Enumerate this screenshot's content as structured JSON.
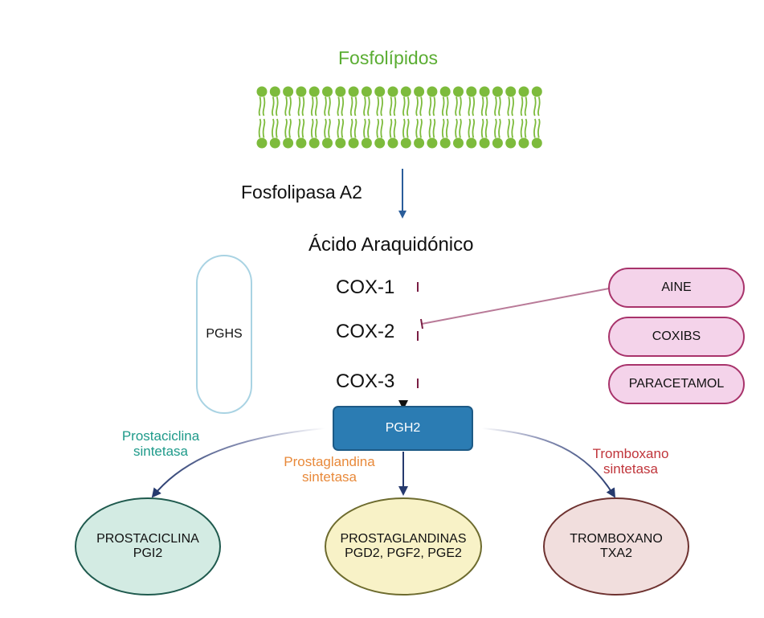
{
  "title": "Fosfolípidos",
  "enzyme_pla2": "Fosfolipasa A2",
  "arachidonic_acid": "Ácido Araquidónico",
  "pghs": "PGHS",
  "cox": [
    "COX-1",
    "COX-2",
    "COX-3"
  ],
  "inhibitors": [
    "AINE",
    "COXIBS",
    "PARACETAMOL"
  ],
  "pgh2": "PGH2",
  "synthases": {
    "prostacyclin": [
      "Prostaciclina",
      "sintetasa"
    ],
    "prostaglandin": [
      "Prostaglandina",
      "sintetasa"
    ],
    "thromboxane": [
      "Tromboxano",
      "sintetasa"
    ]
  },
  "products": {
    "prostacyclin": [
      "PROSTACICLINA",
      "PGI2"
    ],
    "prostaglandins": [
      "PROSTAGLANDINAS",
      "PGD2, PGF2, PGE2"
    ],
    "thromboxane": [
      "TROMBOXANO",
      "TXA2"
    ]
  },
  "colors": {
    "membrane": "#7dbb3c",
    "green_text": "#5aad32",
    "teal_text": "#1e9a8a",
    "orange_text": "#e8893a",
    "red_text": "#c0353b",
    "inhibitor_line": "#7a1e44",
    "inhibitor_fill": "#f4d3ea",
    "inhibitor_stroke": "#a8336b",
    "pgh2_fill": "#2b7cb3",
    "pghs_stroke": "#a9d3e3",
    "arrow_blue": "#2a5d9a",
    "prostacyclin_fill": "#d3ebe3",
    "prostacyclin_stroke": "#1f5a4e",
    "prostaglandin_fill": "#f8f2c7",
    "prostaglandin_stroke": "#6d6b2e",
    "thromboxane_fill": "#f1dedd",
    "thromboxane_stroke": "#6e3230"
  }
}
